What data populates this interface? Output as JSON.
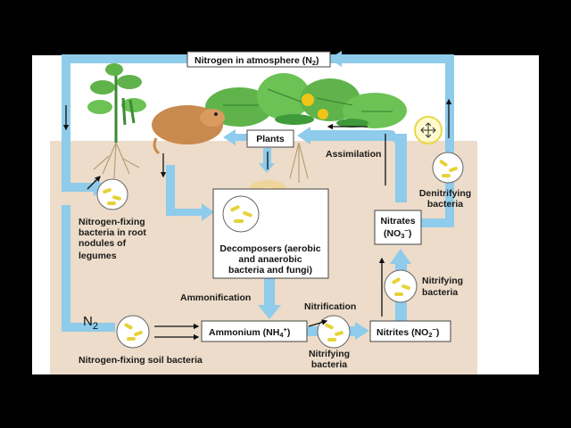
{
  "diagram": {
    "boxes": {
      "atmosphere": "Nitrogen in atmosphere (N",
      "atmosphere_sub": "2",
      "atmosphere_end": ")",
      "plants": "Plants",
      "decomposers": [
        "Decomposers (aerobic",
        "and anaerobic",
        "bacteria and fungi)"
      ],
      "ammonium": "Ammonium (NH",
      "ammonium_sub": "4",
      "ammonium_sup": "+",
      "ammonium_end": ")",
      "nitrites": "Nitrites (NO",
      "nitrites_sub": "2",
      "nitrites_sup": "−",
      "nitrites_end": ")",
      "nitrates_line1": "Nitrates",
      "nitrates_line2": "(NO",
      "nitrates_sub": "3",
      "nitrates_sup": "−",
      "nitrates_end": ")"
    },
    "labels": {
      "root_nodules": [
        "Nitrogen-fixing",
        "bacteria in root",
        "nodules of",
        "legumes"
      ],
      "soil_bacteria": "Nitrogen-fixing soil bacteria",
      "n2": "N",
      "n2_sub": "2",
      "ammonification": "Ammonification",
      "nitrification": "Nitrification",
      "nitrifying_bottom": [
        "Nitrifying",
        "bacteria"
      ],
      "nitrifying_right": [
        "Nitrifying",
        "bacteria"
      ],
      "denitrifying": [
        "Denitrifying",
        "bacteria"
      ],
      "assimilation": "Assimilation"
    },
    "colors": {
      "background": "#000000",
      "soil": "#ecdcc9",
      "sky": "#ffffff",
      "flow_arrow": "#8fcbea",
      "bacteria": "#e6d23a",
      "leaf": "#5fb34a",
      "mole": "#c98a4f"
    }
  }
}
